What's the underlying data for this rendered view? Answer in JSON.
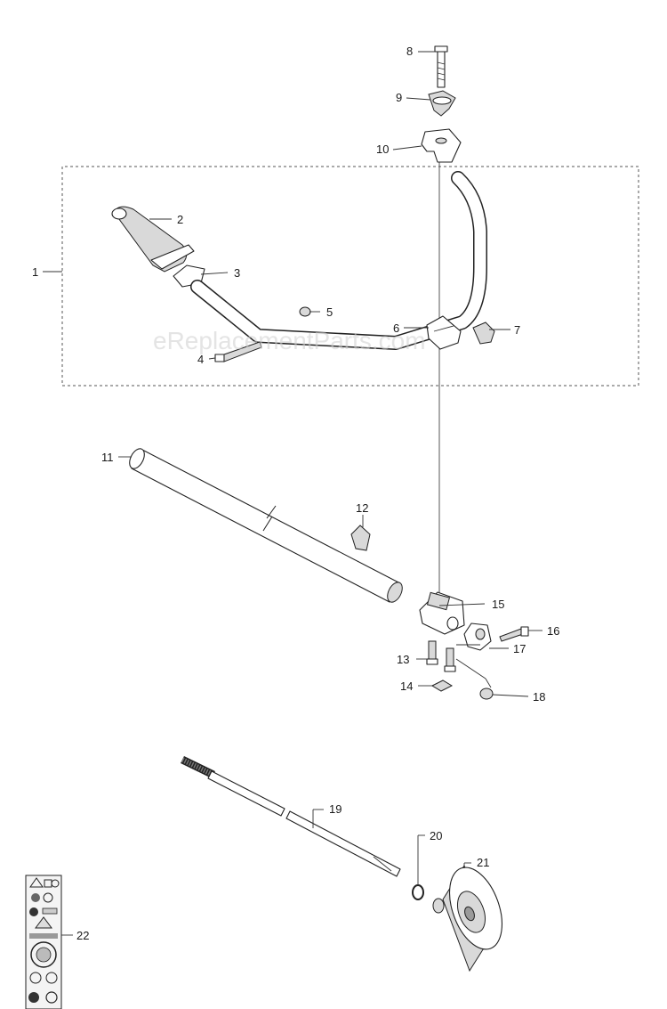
{
  "watermark": "eReplacementParts.com",
  "labels": {
    "p1": "1",
    "p2": "2",
    "p3": "3",
    "p4": "4",
    "p5": "5",
    "p6": "6",
    "p7": "7",
    "p8": "8",
    "p9": "9",
    "p10": "10",
    "p11": "11",
    "p12": "12",
    "p13": "13",
    "p14": "14",
    "p15": "15",
    "p16": "16",
    "p17": "17",
    "p18": "18",
    "p19": "19",
    "p20": "20",
    "p21": "21",
    "p22": "22"
  }
}
